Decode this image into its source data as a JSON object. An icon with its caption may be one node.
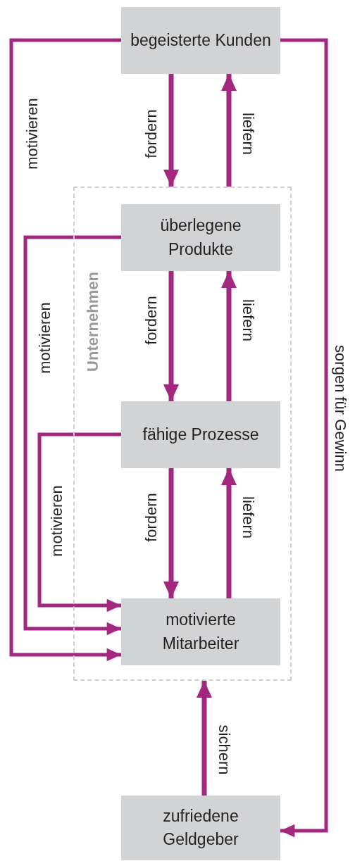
{
  "diagram": {
    "nodes": [
      {
        "text": [
          "begeisterte Kunden"
        ]
      },
      {
        "text": [
          "Unternehmen"
        ]
      },
      {
        "text": [
          "überlegene Produkte"
        ],
        "in": 1
      },
      {
        "text": [
          "fähige Prozesse"
        ],
        "in": 1
      },
      {
        "text": [
          "motivierte Mitarbeiter"
        ],
        "in": 1
      },
      {
        "text": [
          "zufriedene Geldgeber"
        ]
      }
    ],
    "edges": [
      {
        "from": 0,
        "to": 1,
        "arrow": "to",
        "label": "fordern"
      },
      {
        "from": 1,
        "to": 0,
        "arrow": "to",
        "label": "liefern"
      },
      {
        "from": 2,
        "to": 3,
        "arrow": "to",
        "label": "fordern"
      },
      {
        "from": 3,
        "to": 2,
        "arrow": "to",
        "label": "liefern"
      },
      {
        "from": 3,
        "to": 4,
        "arrow": "to",
        "label": "fordern"
      },
      {
        "from": 4,
        "to": 3,
        "arrow": "to",
        "label": "liefern"
      },
      {
        "from": 0,
        "to": 4,
        "arrow": "to",
        "label": "motivieren"
      },
      {
        "from": 2,
        "to": 4,
        "arrow": "to",
        "label": "motivieren"
      },
      {
        "from": 3,
        "to": 4,
        "arrow": "to",
        "label": "motivieren"
      },
      {
        "from": 5,
        "to": 1,
        "arrow": "to",
        "label": "sichern"
      },
      {
        "from": 0,
        "to": 5,
        "arrow": "to",
        "label": "sorgen für Gewinn"
      }
    ]
  }
}
